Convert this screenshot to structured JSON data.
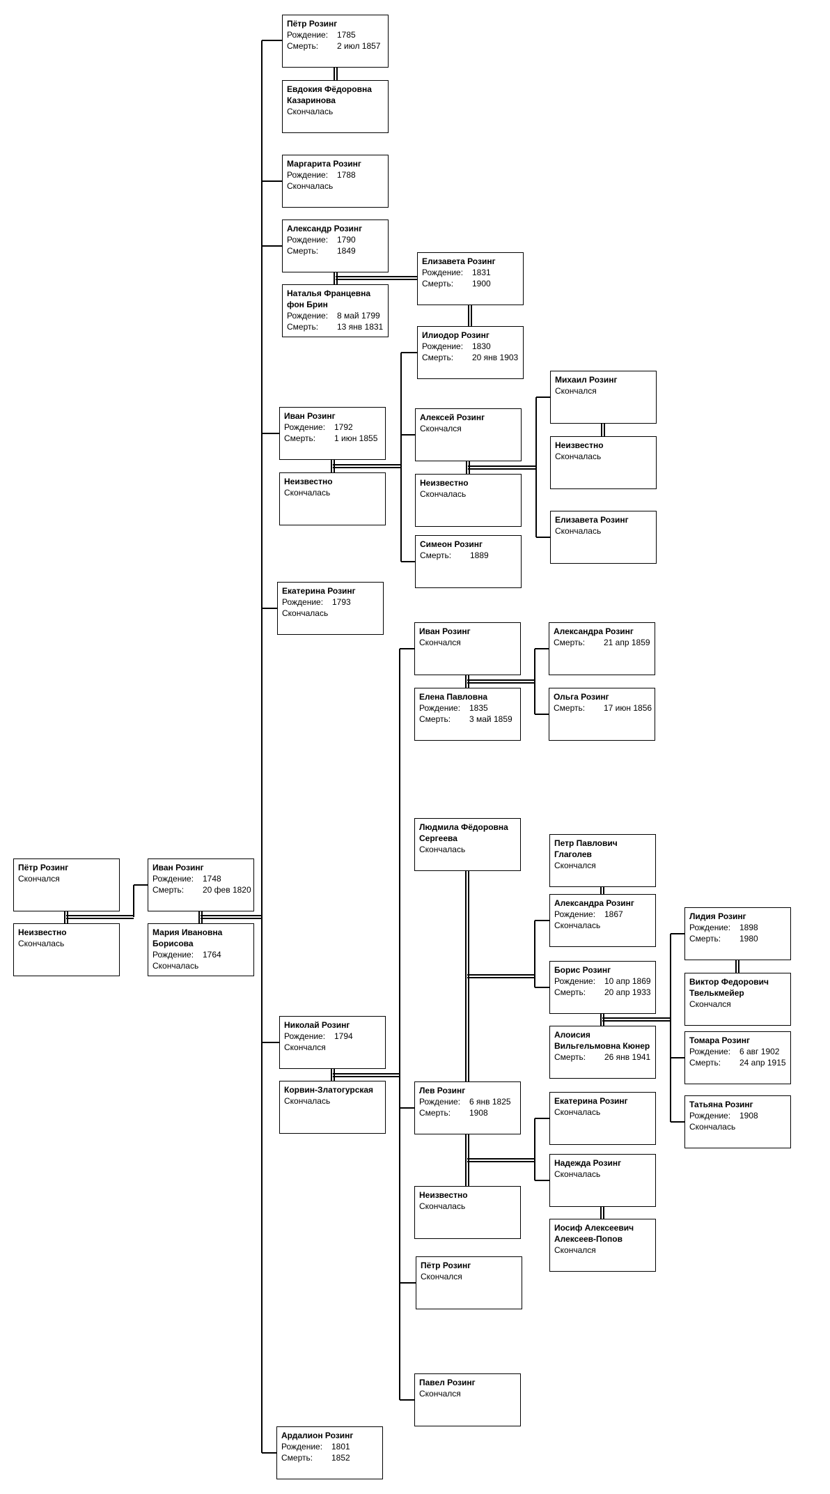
{
  "tree": {
    "labels": {
      "birth": "Рождение:",
      "death": "Смерть:"
    },
    "persons": [
      {
        "id": "p1",
        "name": "Пётр Розинг",
        "status": "Скончался"
      },
      {
        "id": "p2",
        "name": "Неизвестно",
        "status": "Скончалась"
      },
      {
        "id": "p3",
        "name": "Иван Розинг",
        "birth": "1748",
        "death": "20 фев 1820"
      },
      {
        "id": "p4",
        "name": "Мария Ивановна Борисова",
        "birth": "1764",
        "status": "Скончалась"
      },
      {
        "id": "p5",
        "name": "Пётр Розинг",
        "birth": "1785",
        "death": "2 июл 1857"
      },
      {
        "id": "p6",
        "name": "Евдокия Фёдоровна Казаринова",
        "status": "Скончалась"
      },
      {
        "id": "p7",
        "name": "Маргарита Розинг",
        "birth": "1788",
        "status": "Скончалась"
      },
      {
        "id": "p8",
        "name": "Александр Розинг",
        "birth": "1790",
        "death": "1849"
      },
      {
        "id": "p9",
        "name": "Наталья Францевна фон Брин",
        "birth": "8 май 1799",
        "death": "13 янв 1831"
      },
      {
        "id": "p10",
        "name": "Елизавета Розинг",
        "birth": "1831",
        "death": "1900"
      },
      {
        "id": "p11",
        "name": "Илиодор Розинг",
        "birth": "1830",
        "death": "20 янв 1903"
      },
      {
        "id": "p12",
        "name": "Иван Розинг",
        "birth": "1792",
        "death": "1 июн 1855"
      },
      {
        "id": "p13",
        "name": "Неизвестно",
        "status": "Скончалась"
      },
      {
        "id": "p14",
        "name": "Алексей Розинг",
        "status": "Скончался"
      },
      {
        "id": "p15",
        "name": "Неизвестно",
        "status": "Скончалась"
      },
      {
        "id": "p16",
        "name": "Симеон Розинг",
        "death": "1889"
      },
      {
        "id": "p17",
        "name": "Михаил Розинг",
        "status": "Скончался"
      },
      {
        "id": "p18",
        "name": "Неизвестно",
        "status": "Скончалась"
      },
      {
        "id": "p19",
        "name": "Елизавета Розинг",
        "status": "Скончалась"
      },
      {
        "id": "p20",
        "name": "Екатерина Розинг",
        "birth": "1793",
        "status": "Скончалась"
      },
      {
        "id": "p21",
        "name": "Иван Розинг",
        "status": "Скончался"
      },
      {
        "id": "p22",
        "name": "Елена Павловна",
        "birth": "1835",
        "death": "3 май 1859"
      },
      {
        "id": "p23",
        "name": "Александра Розинг",
        "death": "21 апр 1859"
      },
      {
        "id": "p24",
        "name": "Ольга Розинг",
        "death": "17 июн 1856"
      },
      {
        "id": "p25",
        "name": "Людмила Фёдоровна Сергеева",
        "status": "Скончалась"
      },
      {
        "id": "p26",
        "name": "Петр Павлович Глаголев",
        "status": "Скончался"
      },
      {
        "id": "p27",
        "name": "Александра Розинг",
        "birth": "1867",
        "status": "Скончалась"
      },
      {
        "id": "p28",
        "name": "Борис Розинг",
        "birth": "10 апр 1869",
        "death": "20 апр 1933"
      },
      {
        "id": "p29",
        "name": "Алоисия Вильгельмовна Кюнер",
        "death": "26 янв 1941"
      },
      {
        "id": "p30",
        "name": "Лидия Розинг",
        "birth": "1898",
        "death": "1980"
      },
      {
        "id": "p31",
        "name": "Виктор Федорович Твелькмейер",
        "status": "Скончался"
      },
      {
        "id": "p32",
        "name": "Томара Розинг",
        "birth": "6 авг 1902",
        "death": "24 апр 1915"
      },
      {
        "id": "p33",
        "name": "Татьяна Розинг",
        "birth": "1908",
        "status": "Скончалась"
      },
      {
        "id": "p34",
        "name": "Николай Розинг",
        "birth": "1794",
        "status": "Скончался"
      },
      {
        "id": "p35",
        "name": "Корвин-Златогурская",
        "status": "Скончалась"
      },
      {
        "id": "p36",
        "name": "Лев Розинг",
        "birth": "6 янв 1825",
        "death": "1908"
      },
      {
        "id": "p37",
        "name": "Неизвестно",
        "status": "Скончалась"
      },
      {
        "id": "p38",
        "name": "Екатерина Розинг",
        "status": "Скончалась"
      },
      {
        "id": "p39",
        "name": "Надежда Розинг",
        "status": "Скончалась"
      },
      {
        "id": "p40",
        "name": "Иосиф Алексеевич Алексеев-Попов",
        "status": "Скончался"
      },
      {
        "id": "p41",
        "name": "Пётр Розинг",
        "status": "Скончался"
      },
      {
        "id": "p42",
        "name": "Павел Розинг",
        "status": "Скончался"
      },
      {
        "id": "p43",
        "name": "Ардалион Розинг",
        "birth": "1801",
        "death": "1852"
      }
    ]
  }
}
